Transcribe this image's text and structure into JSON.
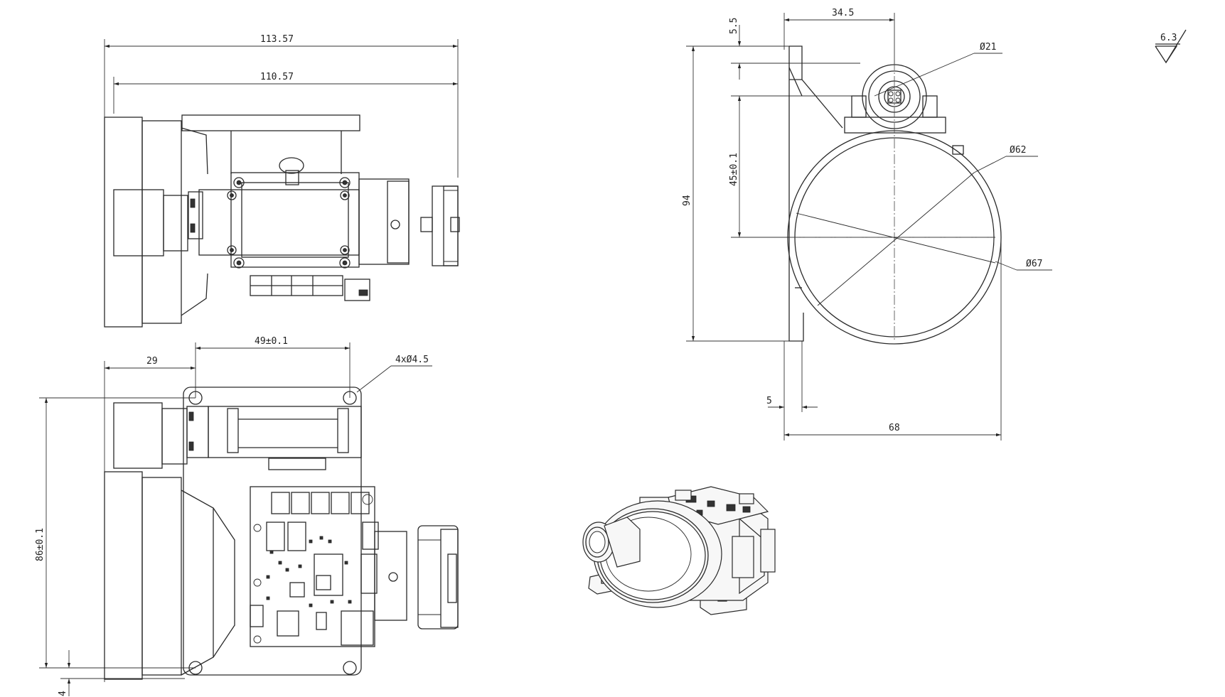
{
  "dimensions": {
    "overall_length": "113.57",
    "body_length": "110.57",
    "mount_spacing_h": "49±0.1",
    "offset_29": "29",
    "holes": "4xØ4.5",
    "mount_spacing_v": "86±0.1",
    "base_4": "4",
    "top_5_5": "5.5",
    "width_34_5": "34.5",
    "dia_21": "Ø21",
    "dia_62": "Ø62",
    "dia_67": "Ø67",
    "height_94": "94",
    "offset_45": "45±0.1",
    "offset_5": "5",
    "width_68": "68",
    "roughness": "6.3"
  }
}
